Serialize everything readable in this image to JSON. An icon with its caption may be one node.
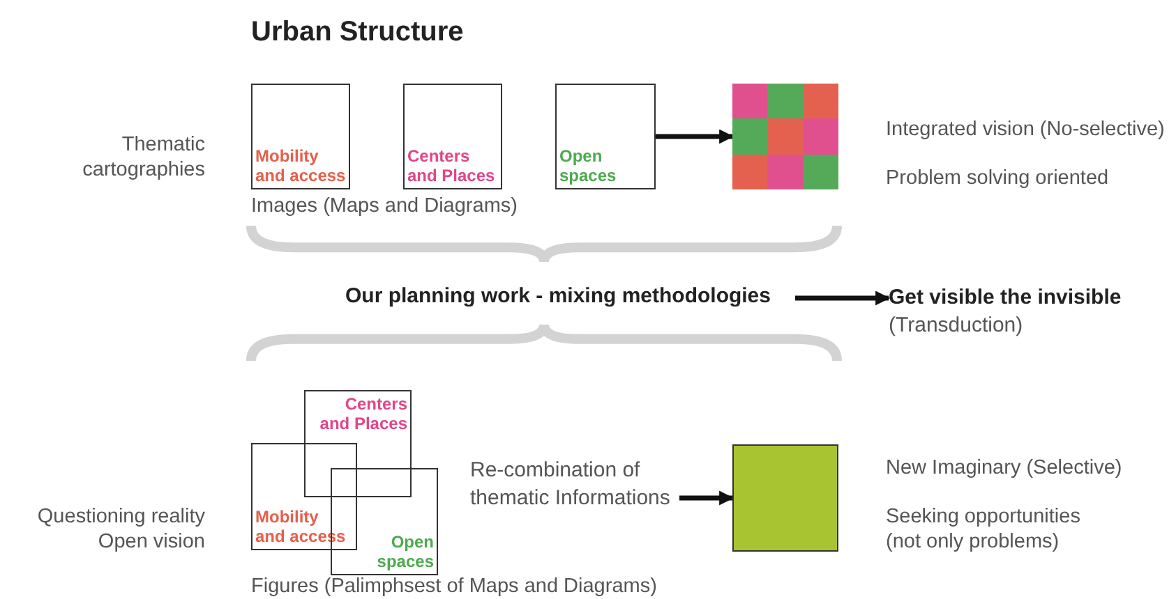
{
  "diagram": {
    "title": "Urban Structure",
    "nodes": [
      {
        "text": [
          "Mobility and access"
        ]
      },
      {
        "text": [
          "Centers and Places"
        ]
      },
      {
        "text": [
          "Open spaces"
        ]
      },
      {
        "text": [],
        "shape": "box"
      },
      {
        "text": [
          "Our planning work - mixing methodologies"
        ]
      },
      {
        "text": [
          "Get visible the invisible",
          "(Transduction)"
        ]
      },
      {
        "text": [
          "Centers and Places"
        ]
      },
      {
        "text": [
          "Mobility and access"
        ]
      },
      {
        "text": [
          "Open spaces"
        ]
      },
      {
        "text": [
          "Re-combination of thematic Informations"
        ]
      },
      {
        "text": [],
        "shape": "box"
      }
    ],
    "edges": [
      {
        "from": 2,
        "to": 3,
        "arrow": "to"
      },
      {
        "from": 4,
        "to": 5,
        "arrow": "to"
      },
      {
        "from": 9,
        "to": 10,
        "arrow": "to"
      }
    ],
    "labels": [
      "Thematic cartographies",
      "Integrated vision (No-selective)",
      "Problem solving oriented",
      "Images (Maps and Diagrams)",
      "New Imaginary (Selective)",
      "Questioning reality Open vision",
      "Seeking opportunities (not only problems)",
      "Figures (Palimphsest of Maps and Diagrams)"
    ]
  }
}
